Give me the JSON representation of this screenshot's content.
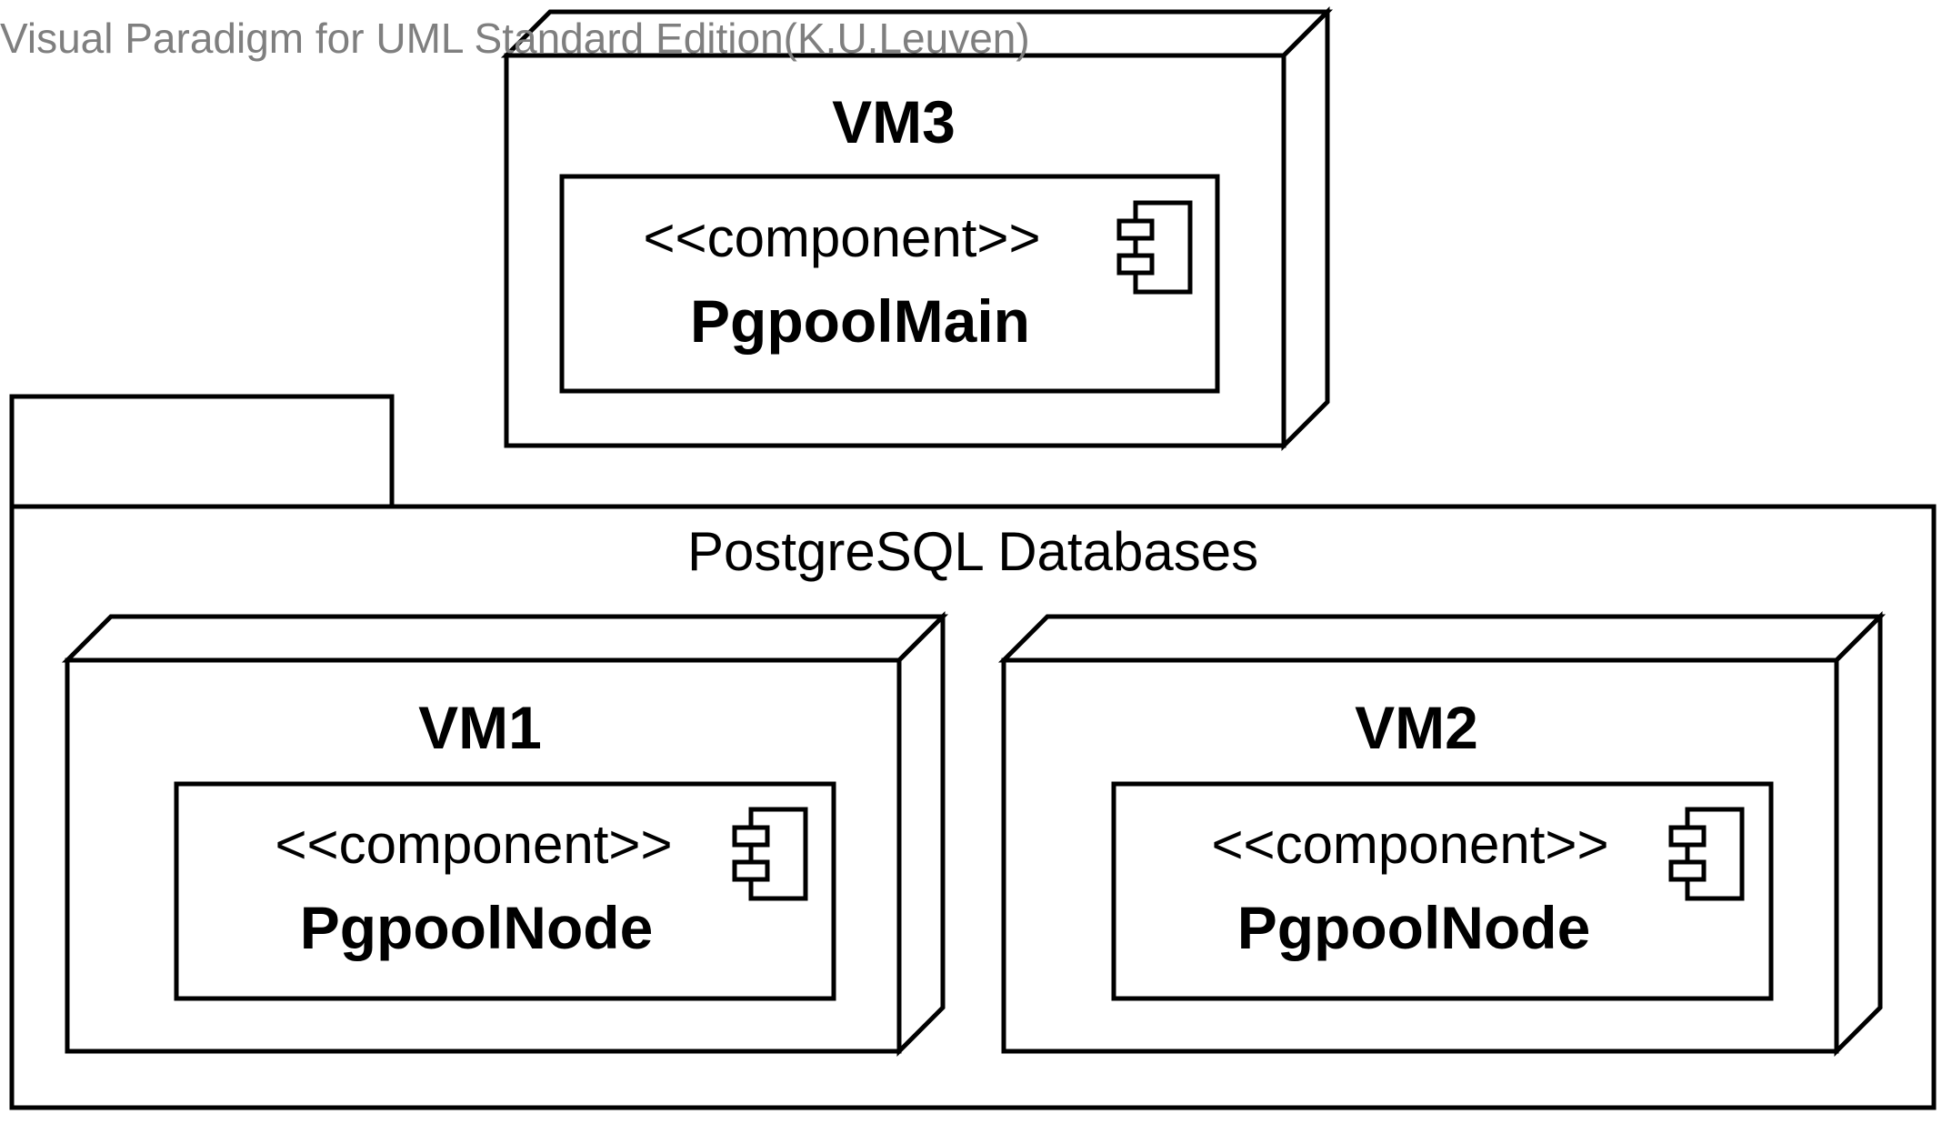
{
  "watermark": "Visual Paradigm for UML Standard Edition(K.U.Leuven)",
  "package": {
    "name": "PostgreSQL Databases"
  },
  "nodes": [
    {
      "title": "VM3",
      "component": {
        "stereotype": "<<component>>",
        "name": "PgpoolMain",
        "icon": "component-icon"
      }
    },
    {
      "title": "VM1",
      "component": {
        "stereotype": "<<component>>",
        "name": "PgpoolNode",
        "icon": "component-icon"
      }
    },
    {
      "title": "VM2",
      "component": {
        "stereotype": "<<component>>",
        "name": "PgpoolNode",
        "icon": "component-icon"
      }
    }
  ]
}
